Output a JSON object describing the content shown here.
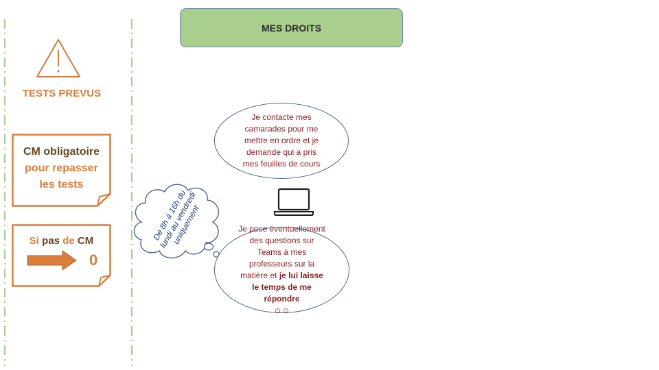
{
  "colors": {
    "orange": "#d97d3a",
    "brown": "#6b4524",
    "green_header": "#a9cf8c",
    "dark_red_text": "#8b1c1c",
    "outline_blue": "#4b648f",
    "dotted_green": "#a9cf8c"
  },
  "header": {
    "title": "MES DROITS"
  },
  "sidebar": {
    "warning_icon": "warning-triangle-icon",
    "tests_title": "TESTS PREVUS",
    "cm_box": {
      "line1": "CM obligatoire",
      "line2": "pour repasser",
      "line3": "les tests"
    },
    "sipas_box": {
      "si": "Si",
      "pas": "pas",
      "de": "de",
      "cm": "CM",
      "arrow_icon": "right-arrow-icon",
      "zero": "0"
    }
  },
  "bubbles": {
    "top": {
      "text": "Je contacte mes camarades pour me mettre en ordre et je demande qui a pris mes feuilles de cours"
    },
    "bottom": {
      "text_plain": "Je pose éventuellement des questions sur Teams à mes professeurs sur la matière et ",
      "text_bold": "je lui laisse le temps de me répondre",
      "emoji": "☺☺"
    }
  },
  "laptop_icon": "laptop-icon",
  "cloud": {
    "text": "De 8h à 16h du lundi au vendredi uniquement"
  }
}
